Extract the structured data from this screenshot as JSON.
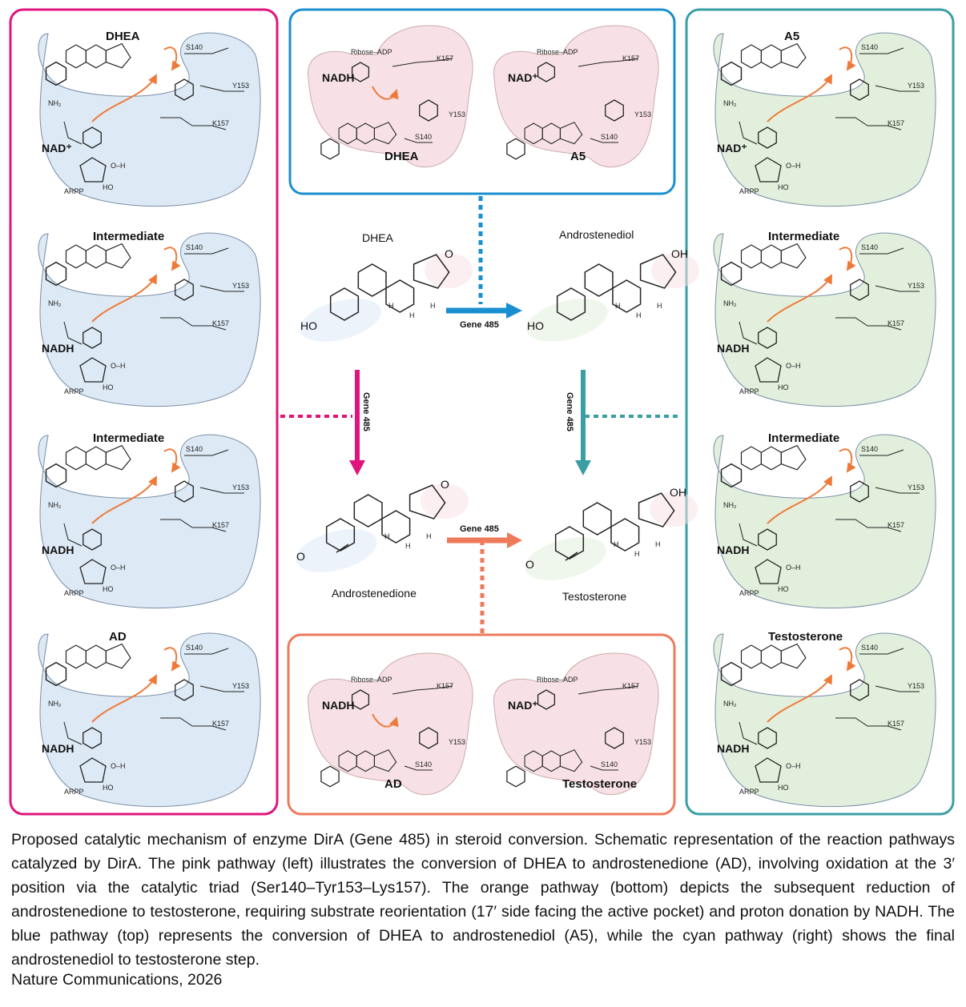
{
  "colors": {
    "pink": "#e0147c",
    "blue": "#1a8fd0",
    "cyan": "#3a9ea5",
    "orange": "#ee7a5a",
    "blue_fill": "#dde9f5",
    "pink_fill": "#f7e1e6",
    "green_fill": "#e2efdc"
  },
  "left_panel": {
    "stages": [
      {
        "label": "DHEA",
        "cofactor": "NAD⁺"
      },
      {
        "label": "Intermediate",
        "cofactor": "NADH"
      },
      {
        "label": "Intermediate",
        "cofactor": "NADH"
      },
      {
        "label": "AD",
        "cofactor": "NADH"
      }
    ]
  },
  "right_panel": {
    "stages": [
      {
        "label": "A5",
        "cofactor": "NAD⁺"
      },
      {
        "label": "Intermediate",
        "cofactor": "NADH"
      },
      {
        "label": "Intermediate",
        "cofactor": "NADH"
      },
      {
        "label": "Testosterone",
        "cofactor": "NADH"
      }
    ]
  },
  "residues": {
    "s140": "S140",
    "y153": "Y153",
    "k157": "K157",
    "nh2": "NH₂",
    "arpp": "ARPP",
    "ho": "HO",
    "oh": "O–H"
  },
  "top_panel": {
    "items": [
      {
        "cofactor": "NADH",
        "substrate": "DHEA",
        "ribose": "Ribose–ADP"
      },
      {
        "cofactor": "NAD⁺",
        "substrate": "A5",
        "ribose": "Ribose–ADP"
      }
    ]
  },
  "bottom_panel": {
    "items": [
      {
        "cofactor": "NADH",
        "substrate": "AD",
        "ribose": "Ribose–ADP"
      },
      {
        "cofactor": "NAD⁺",
        "substrate": "Testosterone",
        "ribose": "Ribose–ADP"
      }
    ]
  },
  "center": {
    "molecules": {
      "dhea": "DHEA",
      "androstenediol": "Androstenediol",
      "androstenedione": "Androstenedione",
      "testosterone": "Testosterone"
    },
    "gene_labels": {
      "top": "Gene 485",
      "left": "Gene 485",
      "right": "Gene 485",
      "bottom": "Gene 485"
    },
    "groups": {
      "ho": "HO",
      "oh": "OH",
      "o": "O",
      "h": "H"
    }
  },
  "caption": "Proposed catalytic mechanism of enzyme DirA (Gene 485) in steroid conversion. Schematic representation of the reaction pathways catalyzed by DirA. The pink pathway (left) illustrates the conversion of DHEA to androstenedione (AD), involving oxidation at the 3′ position via the catalytic triad (Ser140–Tyr153–Lys157). The orange pathway (bottom) depicts the subsequent reduction of androstenedione to testosterone, requiring substrate reorientation (17′ side facing the active pocket) and proton donation by NADH. The blue pathway (top) represents the conversion of DHEA to androstenediol (A5), while the cyan pathway (right) shows the final androstenediol to testosterone step.",
  "source": "Nature Communications, 2026"
}
